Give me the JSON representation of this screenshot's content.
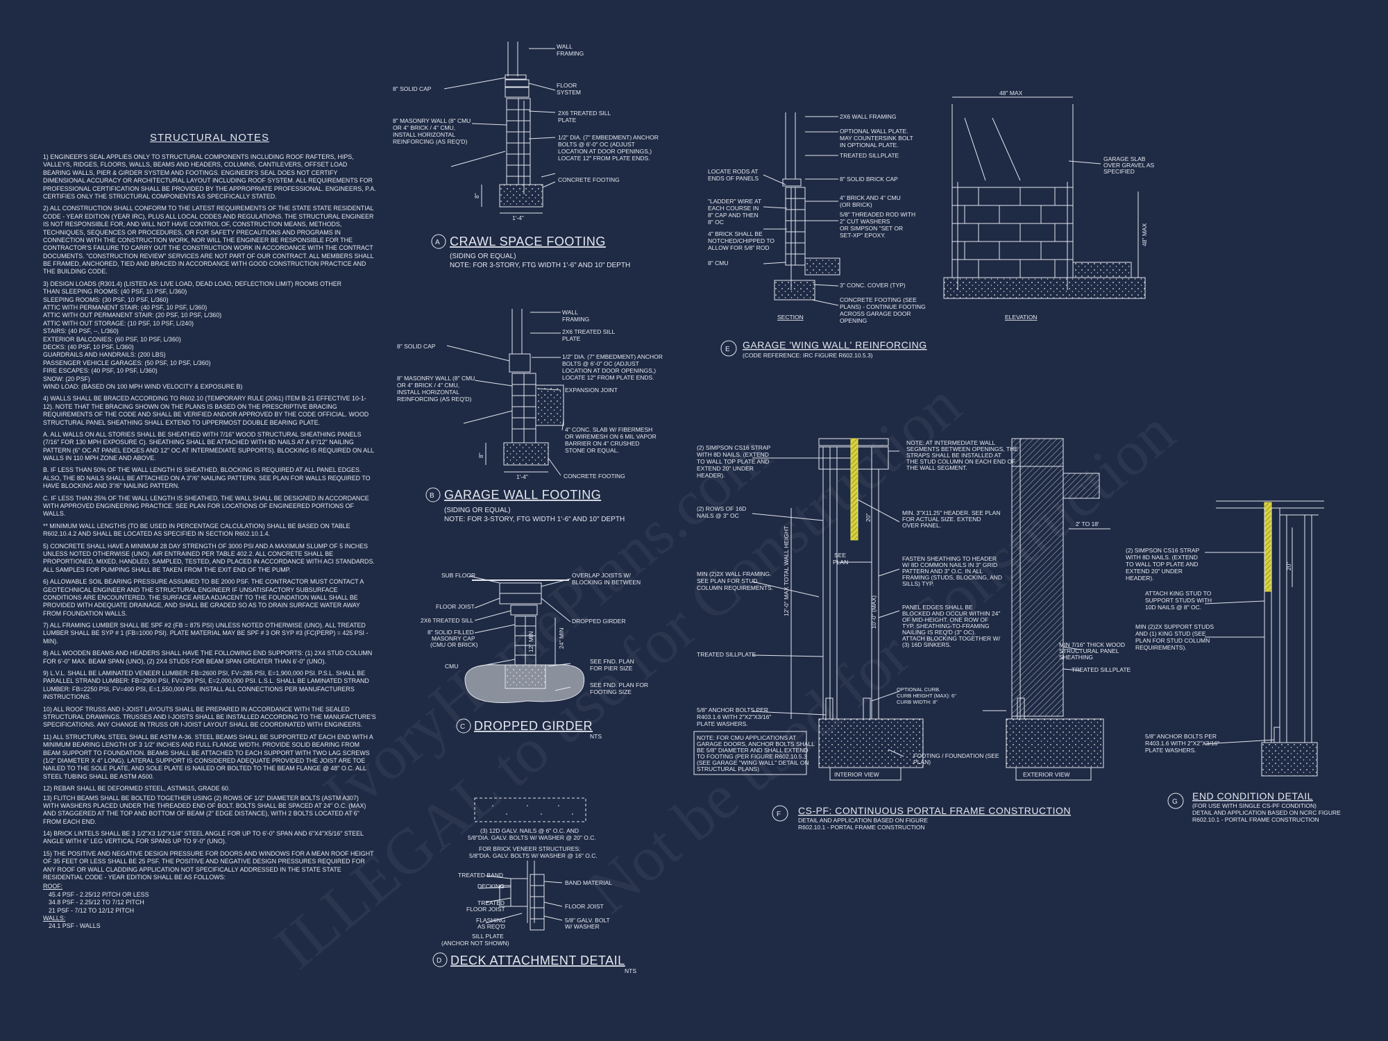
{
  "notes": {
    "title": "STRUCTURAL NOTES",
    "items": [
      "1) ENGINEER'S SEAL APPLIES ONLY TO STRUCTURAL COMPONENTS INCLUDING ROOF RAFTERS, HIPS, VALLEYS, RIDGES, FLOORS, WALLS, BEAMS AND HEADERS, COLUMNS, CANTILEVERS, OFFSET LOAD BEARING WALLS, PIER & GIRDER SYSTEM AND FOOTINGS. ENGINEER'S SEAL DOES NOT CERTIFY DIMENSIONAL ACCURACY OR ARCHITECTURAL LAYOUT INCLUDING ROOF SYSTEM. ALL REQUIREMENTS FOR PROFESSIONAL CERTIFICATION SHALL BE PROVIDED BY THE APPROPRIATE PROFESSIONAL. ENGINEERS, P.A. CERTIFIES ONLY THE STRUCTURAL COMPONENTS AS SPECIFICALLY STATED.",
      "2) ALL CONSTRUCTION SHALL CONFORM TO THE LATEST REQUIREMENTS OF THE STATE STATE RESIDENTIAL CODE - YEAR EDITION (YEAR IRC), PLUS ALL LOCAL CODES AND REGULATIONS. THE STRUCTURAL ENGINEER IS NOT RESPONSIBLE FOR, AND WILL NOT HAVE CONTROL OF, CONSTRUCTION MEANS, METHODS, TECHNIQUES, SEQUENCES OR PROCEDURES, OR FOR SAFETY PRECAUTIONS AND PROGRAMS IN CONNECTION WITH THE CONSTRUCTION WORK, NOR WILL THE ENGINEER BE RESPONSIBLE FOR THE CONTRACTOR'S FAILURE TO CARRY OUT THE CONSTRUCTION WORK IN ACCORDANCE WITH THE CONTRACT DOCUMENTS. \"CONSTRUCTION REVIEW\" SERVICES ARE NOT PART OF OUR CONTRACT. ALL MEMBERS SHALL BE FRAMED, ANCHORED, TIED AND BRACED IN ACCORDANCE WITH GOOD CONSTRUCTION PRACTICE AND THE BUILDING CODE."
    ],
    "loads": [
      "3) DESIGN LOADS (R301.4) (LISTED AS: LIVE LOAD, DEAD LOAD, DEFLECTION LIMIT) ROOMS OTHER",
      "THAN SLEEPING ROOMS: (40 PSF, 10 PSF, L/360)",
      "SLEEPING ROOMS: (30 PSF, 10 PSF, L/360)",
      "ATTIC WITH PERMANENT STAIR: (40 PSF, 10 PSF, L/360)",
      "ATTIC WITH OUT PERMANENT STAIR: (20 PSF, 10 PSF, L/360)",
      "ATTIC WITH OUT STORAGE: (10 PSF, 10 PSF, L/240)",
      "STAIRS: (40 PSF, --, L/360)",
      "EXTERIOR BALCONIES: (60 PSF, 10 PSF, L/360)",
      "DECKS: (40 PSF, 10 PSF, L/360)",
      "GUARDRAILS AND HANDRAILS: (200 LBS)",
      "PASSENGER VEHICLE GARAGES: (50 PSF, 10 PSF, L/360)",
      "FIRE ESCAPES: (40 PSF, 10 PSF, L/360)",
      "SNOW: (20      PSF)",
      "WIND LOAD: (BASED ON 100 MPH WIND VELOCITY & EXPOSURE B)"
    ],
    "items2": [
      "4) WALLS SHALL BE BRACED ACCORDING TO R602.10 (TEMPORARY RULE (2061) ITEM B-21 EFFECTIVE 10-1-12). NOTE THAT THE BRACING SHOWN ON THE PLANS IS BASED ON THE PRESCRIPTIVE BRACING REQUIREMENTS OF THE CODE AND SHALL BE VERIFIED AND/OR APPROVED BY THE CODE OFFICIAL. WOOD STRUCTURAL PANEL SHEATHING SHALL EXTEND TO UPPERMOST DOUBLE BEARING PLATE.",
      "a. ALL WALLS ON ALL STORIES SHALL BE SHEATHED WITH 7/16\" WOOD STRUCTURAL SHEATHING PANELS (7/16\" FOR 130 MPH EXPOSURE C). SHEATHING SHALL BE ATTACHED WITH 8d NAILS AT A 6\"/12\" NAILING PATTERN (6\" OC AT PANEL EDGES AND 12\" OC AT INTERMEDIATE SUPPORTS). BLOCKING IS REQUIRED ON ALL WALLS IN 110 MPH ZONE AND ABOVE.",
      "b. IF LESS THAN 50% OF THE WALL LENGTH IS SHEATHED, BLOCKING IS REQUIRED AT ALL PANEL EDGES. ALSO, THE 8d NAILS SHALL BE ATTACHED ON A 3\"/6\" NAILING PATTERN. SEE PLAN FOR WALLS REQUIRED TO HAVE BLOCKING AND 3\"/6\" NAILING PATTERN.",
      "c. IF LESS THAN 25% OF THE WALL LENGTH IS SHEATHED, THE WALL SHALL BE DESIGNED IN ACCORDANCE WITH APPROVED ENGINEERING PRACTICE. SEE PLAN FOR LOCATIONS OF ENGINEERED PORTIONS OF WALLS.",
      "** MINIMUM WALL LENGTHS (TO BE USED IN PERCENTAGE CALCULATION) SHALL BE BASED ON TABLE R602.10.4.2 AND SHALL BE LOCATED AS SPECIFIED IN SECTION R602.10.1.4.",
      "5) CONCRETE SHALL HAVE A MINIMUM 28 DAY STRENGTH OF 3000 PSI AND A MAXIMUM SLUMP OF 5 INCHES UNLESS NOTED OTHERWISE (UNO). AIR ENTRAINED PER TABLE 402.2. ALL CONCRETE SHALL BE PROPORTIONED, MIXED, HANDLED, SAMPLED, TESTED, AND PLACED IN ACCORDANCE WITH ACI STANDARDS. ALL SAMPLES FOR PUMPING SHALL BE TAKEN FROM THE EXIT END OF THE PUMP.",
      "6) ALLOWABLE SOIL BEARING PRESSURE ASSUMED TO BE 2000 PSF. THE CONTRACTOR MUST CONTACT A GEOTECHNICAL ENGINEER AND THE STRUCTURAL ENGINEER IF UNSATISFACTORY SUBSURFACE CONDITIONS ARE ENCOUNTERED. THE SURFACE AREA ADJACENT TO THE FOUNDATION WALL SHALL BE PROVIDED WITH ADEQUATE DRAINAGE, AND SHALL BE GRADED SO AS TO DRAIN SURFACE WATER AWAY FROM FOUNDATION WALLS.",
      "7) ALL FRAMING LUMBER SHALL BE SPF #2 (Fb = 875 PSI) UNLESS NOTED OTHERWISE (UNO). ALL TREATED LUMBER SHALL BE SYP # 1 (Fb=1000 PSI). PLATE MATERIAL MAY BE SPF # 3 OR SYP #3 (Fc(perp) = 425 PSI - MIN).",
      "8) ALL WOODEN BEAMS AND HEADERS SHALL HAVE THE FOLLOWING END SUPPORTS: (1) 2x4 STUD COLUMN FOR 6'-0\" MAX. BEAM SPAN (UNO), (2) 2x4 STUDS FOR BEAM SPAN GREATER THAN 6'-0\" (UNO).",
      "9) L.V.L. SHALL BE LAMINATED VENEER LUMBER: Fb=2600 PSI, Fv=285 PSI, E=1,900,000 PSI. P.S.L. SHALL BE PARALLEL STRAND LUMBER: Fb=2900 PSI, Fv=290 PSI, E=2,000,000 PSI. L.S.L. SHALL BE LAMINATED STRAND LUMBER: Fb=2250 PSI, Fv=400 PSI, E=1,550,000 PSI. INSTALL ALL CONNECTIONS PER MANUFACTURERS INSTRUCTIONS.",
      "10) ALL ROOF TRUSS AND I-JOIST LAYOUTS SHALL BE PREPARED IN ACCORDANCE WITH THE SEALED STRUCTURAL DRAWINGS. TRUSSES AND I-JOISTS SHALL BE INSTALLED ACCORDING TO THE MANUFACTURE'S SPECIFICATIONS. ANY CHANGE IN TRUSS OR I-JOIST LAYOUT SHALL BE COORDINATED WITH ENGINEERS.",
      "11) ALL STRUCTURAL STEEL SHALL BE ASTM A-36. STEEL BEAMS SHALL BE SUPPORTED AT EACH END WITH A MINIMUM BEARING LENGTH OF 3 1/2\" INCHES AND FULL FLANGE WIDTH. PROVIDE SOLID BEARING FROM BEAM SUPPORT TO FOUNDATION. BEAMS SHALL BE ATTACHED TO EACH SUPPORT WITH TWO LAG SCREWS (1/2\" DIAMETER x 4\" LONG). LATERAL SUPPORT IS CONSIDERED ADEQUATE PROVIDED THE JOIST ARE TOE NAILED TO THE SOLE PLATE, AND SOLE PLATE IS NAILED OR BOLTED TO THE BEAM FLANGE @ 48\" O.C. ALL STEEL TUBING SHALL BE ASTM A500.",
      "12) REBAR SHALL BE DEFORMED STEEL, ASTM615, GRADE 60.",
      "13) FLITCH BEAMS SHALL BE BOLTED TOGETHER USING (2) ROWS OF 1/2\" DIAMETER BOLTS (ASTM A307) WITH WASHERS PLACED UNDER THE THREADED END OF BOLT. BOLTS SHALL BE SPACED AT 24\" O.C. (MAX) AND STAGGERED AT THE TOP AND BOTTOM OF BEAM (2\" EDGE DISTANCE), WITH 2 BOLTS LOCATED AT 6\" FROM EACH END.",
      "14) BRICK LINTELS SHALL BE 3 1/2\"x3 1/2\"x1/4\" STEEL ANGLE FOR UP TO 6'-0\" SPAN AND 6\"x4\"x5/16\" STEEL ANGLE WITH 6\" LEG VERTICAL FOR SPANS UP TO 9'-0\" (UNO).",
      "15) THE POSITIVE AND NEGATIVE DESIGN PRESSURE FOR DOORS AND WINDOWS FOR A MEAN ROOF HEIGHT OF 35 FEET OR LESS SHALL BE 25 PSF. THE POSITIVE AND NEGATIVE DESIGN PRESSURES REQUIRED FOR ANY ROOF OR WALL CLADDING APPLICATION NOT SPECIFICALLY ADDRESSED IN THE STATE STATE RESIDENTIAL CODE - YEAR EDITION SHALL BE AS FOLLOWS:"
    ],
    "roof_head": "ROOF:",
    "roof": [
      "45.4 PSF - 2.25/12 PITCH OR LESS",
      "34.8 PSF - 2.25/12 TO 7/12 PITCH",
      "21 PSF - 7/12 TO 12/12 PITCH"
    ],
    "walls_head": "WALLS:",
    "walls": [
      "24.1 PSF - WALLS"
    ]
  },
  "detailA": {
    "tag": "A",
    "title": "CRAWL SPACE FOOTING",
    "sub1": "(SIDING OR EQUAL)",
    "sub2": "NOTE: FOR 3-STORY, FTG WIDTH 1'-6\" AND 10\" DEPTH",
    "labels": [
      "WALL",
      "FRAMING",
      "8\" SOLID CAP",
      "FLOOR",
      "SYSTEM",
      "2x6 TREATED SILL",
      "PLATE",
      "8\" MASONRY WALL (8\" CMU",
      "OR 4\" BRICK / 4\" CMU,",
      "INSTALL HORIZONTAL",
      "REINFORCING (AS REQ'D)",
      "1/2\" DIA. (7\" EMBEDMENT) ANCHOR",
      "BOLTS @ 6'-0\" OC (ADJUST",
      "LOCATION AT DOOR OPENINGS,)",
      "LOCATE 12\" FROM PLATE ENDS.",
      "CONCRETE FOOTING",
      "1'-4\"",
      "8\""
    ]
  },
  "detailB": {
    "tag": "B",
    "title": "GARAGE WALL FOOTING",
    "sub1": "(SIDING OR EQUAL)",
    "sub2": "NOTE: FOR 3-STORY, FTG WIDTH 1'-6\" AND 10\" DEPTH",
    "labels": [
      "WALL",
      "FRAMING",
      "8\" SOLID CAP",
      "2x6 TREATED SILL",
      "PLATE",
      "8\" MASONRY WALL (8\" CMU",
      "OR 4\" BRICK / 4\" CMU,",
      "INSTALL HORIZONTAL",
      "REINFORCING (AS REQ'D)",
      "1/2\" DIA. (7\" EMBEDMENT) ANCHOR",
      "BOLTS @ 6'-0\" OC (ADJUST",
      "LOCATION AT DOOR OPENINGS,)",
      "LOCATE 12\" FROM PLATE ENDS.",
      "EXPANSION JOINT",
      "4\" CONC. SLAB w/ FIBERMESH",
      "OR WIREMESH ON 6 MIL VAPOR",
      "BARRIER ON 4\" CRUSHED",
      "STONE OR EQUAL.",
      "CONCRETE FOOTING",
      "1'-4\"",
      "8\""
    ]
  },
  "detailC": {
    "tag": "C",
    "title": "DROPPED GIRDER",
    "nts": "NTS",
    "labels": [
      "SUB FLOOR",
      "FLOOR JOIST",
      "2x6 TREATED SILL",
      "8\" SOLID FILLED",
      "MASONRY CAP",
      "(CMU OR BRICK)",
      "CMU",
      "OVERLAP JOISTS W/",
      "BLOCKING IN BETWEEN",
      "DROPPED GIRDER",
      "SEE FND. PLAN",
      "FOR PIER SIZE",
      "SEE FND. PLAN FOR",
      "FOOTING SIZE",
      "24\" MIN",
      "12\" MIN"
    ]
  },
  "detailD": {
    "tag": "D",
    "title": "DECK ATTACHMENT DETAIL",
    "nts": "NTS",
    "labels": [
      "(3) 12d GALV. NAILS @ 6\" O.C. AND",
      "5/8\"dia. GALV. BOLTS W/ WASHER @ 20\" O.C.",
      "FOR BRICK VENEER STRUCTURES:",
      "5/8\"dia. GALV. BOLTS W/ WASHER @ 16\" O.C.",
      "TREATED BAND",
      "DECKING",
      "TREATED",
      "FLOOR JOIST",
      "FLASHING",
      "AS REQ'D",
      "SILL PLATE",
      "(ANCHOR NOT SHOWN)",
      "BAND MATERIAL",
      "FLOOR JOIST",
      "5/8\" GALV. BOLT",
      "W/ WASHER"
    ]
  },
  "detailE": {
    "tag": "E",
    "title": "GARAGE 'WING WALL' REINFORCING",
    "sub1": "(CODE REFERENCE: IRC FIGURE R602.10.5.3)",
    "section": "SECTION",
    "elevation": "ELEVATION",
    "dim48": "48\" MAX",
    "labels": [
      "2x6 WALL FRAMING",
      "OPTIONAL WALL PLATE.",
      "MAY COUNTERSINK BOLT",
      "IN OPTIONAL PLATE.",
      "TREATED SILLPLATE",
      "LOCATE RODS AT",
      "ENDS OF PANELS",
      "8\" SOLID BRICK CAP",
      "\"LADDER\" WIRE AT",
      "EACH COURSE IN",
      "8\" CAP AND THEN",
      "8\" OC",
      "4\" BRICK AND 4\" CMU",
      "(OR BRICK)",
      "5/8\" THREADED ROD WITH",
      "2\" CUT WASHERS",
      "OR SIMPSON \"SET OR",
      "SET-XP\" EPOXY.",
      "4\" BRICK SHALL BE",
      "NOTCHED/CHIPPED TO",
      "ALLOW FOR 5/8\" ROD",
      "8\" CMU",
      "3\" CONC. COVER (TYP)",
      "CONCRETE FOOTING (SEE",
      "PLANS) - CONTINUE FOOTING",
      "ACROSS GARAGE DOOR",
      "OPENING",
      "GARAGE SLAB",
      "OVER GRAVEL AS",
      "SPECIFIED",
      "48\" MAX"
    ]
  },
  "detailF": {
    "tag": "F",
    "title": "CS-PF: CONTINUOUS PORTAL FRAME CONSTRUCTION",
    "sub1": "DETAIL AND APPLICATION BASED ON  FIGURE",
    "sub2": "R602.10.1 - PORTAL FRAME CONSTRUCTION",
    "interior": "INTERIOR VIEW",
    "exterior": "EXTERIOR VIEW",
    "labels": [
      "(2) SIMPSON CS16 STRAP",
      "WITH 8d NAILS. (EXTEND",
      "TO WALL TOP PLATE AND",
      "EXTEND 20\" UNDER",
      "HEADER).",
      "(2) ROWS OF 16d",
      "NAILS @ 3\" OC",
      "MIN (2)2X WALL FRAMING.",
      "SEE PLAN FOR STUD",
      "COLUMN REQUIREMENTS.",
      "TREATED SILLPLATE",
      "5/8\" ANCHOR BOLTS PER",
      "R403.1.6 WITH 2\"x2\"x3/16\"",
      "PLATE WASHERS.",
      "NOTE: FOR CMU APPLICATIONS AT",
      "GARAGE DOORS, ANCHOR BOLTS SHALL",
      "BE 5/8\" DIAMETER AND SHALL EXTEND",
      "TO FOOTING (PER  FIGURE R602.10.5.3",
      "(SEE GARAGE \"WING WALL\" DETAIL ON",
      "STRUCTURAL PLANS)",
      "NOTE: AT INTERMEDIATE WALL",
      "SEGMENTS BETWEEN OPENINGS, THE",
      "STRAPS SHALL BE INSTALLED AT",
      "THE STUD COLUMN ON EACH END OF",
      "THE WALL SEGMENT.",
      "MIN. 3\"x11.25\" HEADER. SEE PLAN",
      "FOR ACTUAL SIZE. EXTEND",
      "OVER PANEL.",
      "FASTEN SHEATHING TO HEADER",
      "W/ 8d COMMON NAILS IN 3\" GRID",
      "PATTERN AND 3\" O.C. IN ALL",
      "FRAMING (STUDS, BLOCKING, AND",
      "SILLS) TYP.",
      "PANEL EDGES SHALL BE",
      "BLOCKED AND OCCUR WITHIN 24\"",
      "OF MID-HEIGHT.  ONE ROW OF",
      "TYP. SHEATHING-TO-FRAMING",
      "NAILING IS REQ'D (3\" OC).",
      "ATTACH BLOCKING TOGETHER W/",
      "(3) 16d SINKERS.",
      "OPTIONAL CURB.",
      "CURB HEIGHT (MAX): 6\"",
      "CURB WIDTH: 8\"",
      "FOOTING / FOUNDATION (SEE",
      "PLAN)",
      "MIN 7/16\" THICK WOOD",
      "STRUCTURAL PANEL",
      "SHEATHING",
      "TREATED SILLPLATE",
      "SEE",
      "PLAN",
      "20\"",
      "12'-0\" MAX TOTAL WALL HEIGHT",
      "10'-0\" (MAX)",
      "2' TO 18'"
    ]
  },
  "detailG": {
    "tag": "G",
    "title": "END CONDITION DETAIL",
    "sub1": "(FOR USE WITH SINGLE CS-PF CONDITION)",
    "sub2": "DETAIL AND APPLICATION BASED ON NCRC FIGURE",
    "sub3": "R602.10.1 - PORTAL FRAME CONSTRUCTION",
    "labels": [
      "(2) SIMPSON CS16 STRAP",
      "WITH 8d NAILS. (EXTEND",
      "TO WALL TOP PLATE AND",
      "EXTEND 20\" UNDER",
      "HEADER).",
      "ATTACH KING STUD TO",
      "SUPPORT STUDS WITH",
      "10d NAILS @ 8\" OC.",
      "MIN (2)2X SUPPORT STUDS",
      "AND (1) KING STUD (SEE",
      "PLAN FOR STUD COLUMN",
      "REQUIREMENTS).",
      "5/8\" ANCHOR BOLTS PER",
      "R403.1.6 WITH 2\"x2\"x3/16\"",
      "PLATE WASHERS.",
      "20\""
    ]
  },
  "watermark": [
    "IvoryHomePlans.com",
    "ILLEGAL to use for Construction",
    "Not be used for Construction"
  ],
  "colors": {
    "background": "#1f2a44",
    "linework": "#e4e8f0",
    "strap_highlight": "#e8e04a"
  }
}
